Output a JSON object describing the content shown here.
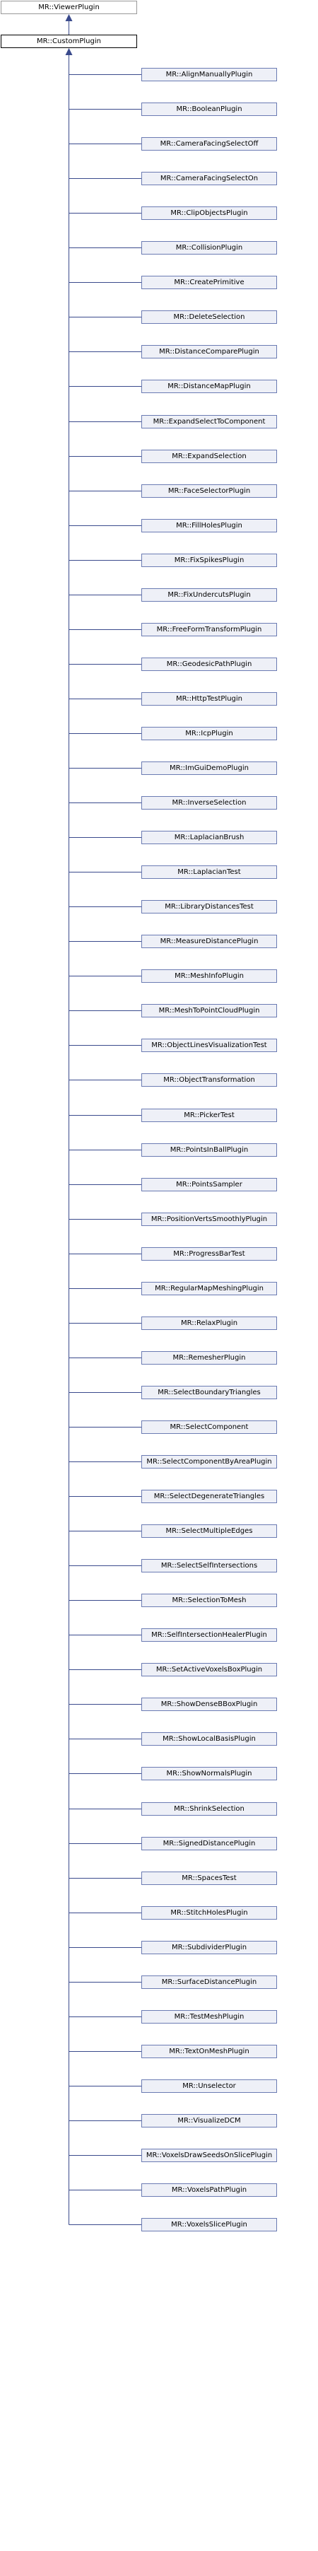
{
  "colors": {
    "node_fill": "#eef0f7",
    "node_border": "#6b7bb3",
    "root_fill": "#eef0f7",
    "base_fill": "#ffffff",
    "base_border": "#000000",
    "edge": "#3a4a8c"
  },
  "diagram": {
    "type": "inheritance-graph",
    "base": {
      "label": "MR::ViewerPlugin"
    },
    "root": {
      "label": "MR::CustomPlugin"
    },
    "children": [
      "MR::AlignManuallyPlugin",
      "MR::BooleanPlugin",
      "MR::CameraFacingSelectOff",
      "MR::CameraFacingSelectOn",
      "MR::ClipObjectsPlugin",
      "MR::CollisionPlugin",
      "MR::CreatePrimitive",
      "MR::DeleteSelection",
      "MR::DistanceComparePlugin",
      "MR::DistanceMapPlugin",
      "MR::ExpandSelectToComponent",
      "MR::ExpandSelection",
      "MR::FaceSelectorPlugin",
      "MR::FillHolesPlugin",
      "MR::FixSpikesPlugin",
      "MR::FixUndercutsPlugin",
      "MR::FreeFormTransformPlugin",
      "MR::GeodesicPathPlugin",
      "MR::HttpTestPlugin",
      "MR::IcpPlugin",
      "MR::ImGuiDemoPlugin",
      "MR::InverseSelection",
      "MR::LaplacianBrush",
      "MR::LaplacianTest",
      "MR::LibraryDistancesTest",
      "MR::MeasureDistancePlugin",
      "MR::MeshInfoPlugin",
      "MR::MeshToPointCloudPlugin",
      "MR::ObjectLinesVisualizationTest",
      "MR::ObjectTransformation",
      "MR::PickerTest",
      "MR::PointsInBallPlugin",
      "MR::PointsSampler",
      "MR::PositionVertsSmoothlyPlugin",
      "MR::ProgressBarTest",
      "MR::RegularMapMeshingPlugin",
      "MR::RelaxPlugin",
      "MR::RemesherPlugin",
      "MR::SelectBoundaryTriangles",
      "MR::SelectComponent",
      "MR::SelectComponentByAreaPlugin",
      "MR::SelectDegenerateTriangles",
      "MR::SelectMultipleEdges",
      "MR::SelectSelfIntersections",
      "MR::SelectionToMesh",
      "MR::SelfIntersectionHealerPlugin",
      "MR::SetActiveVoxelsBoxPlugin",
      "MR::ShowDenseBBoxPlugin",
      "MR::ShowLocalBasisPlugin",
      "MR::ShowNormalsPlugin",
      "MR::ShrinkSelection",
      "MR::SignedDistancePlugin",
      "MR::SpacesTest",
      "MR::StitchHolesPlugin",
      "MR::SubdividerPlugin",
      "MR::SurfaceDistancePlugin",
      "MR::TestMeshPlugin",
      "MR::TextOnMeshPlugin",
      "MR::Unselector",
      "MR::VisualizeDCM",
      "MR::VoxelsDrawSeedsOnSlicePlugin",
      "MR::VoxelsPathPlugin",
      "MR::VoxelsSlicePlugin"
    ]
  }
}
